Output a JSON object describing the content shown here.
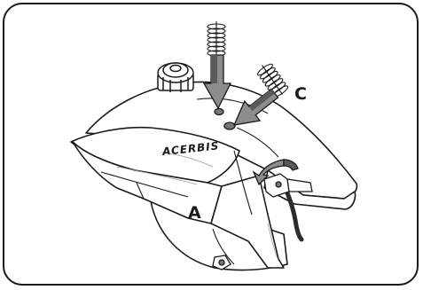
{
  "diagram": {
    "brand_text": "ACERBIS",
    "label_a": "A",
    "label_c": "C",
    "colors": {
      "outline": "#1a1a1a",
      "fill": "#ffffff",
      "arrow_fill": "#8c8c8c",
      "arrow_dark": "#5a5a5a",
      "hose": "#2b2b2b"
    },
    "icons": [
      "fuel-tank",
      "fuel-cap",
      "screw-spring-icon",
      "screw-spring-icon",
      "push-arrow-icon",
      "rotate-arrow-icon",
      "fuel-hose",
      "quick-connector"
    ]
  }
}
